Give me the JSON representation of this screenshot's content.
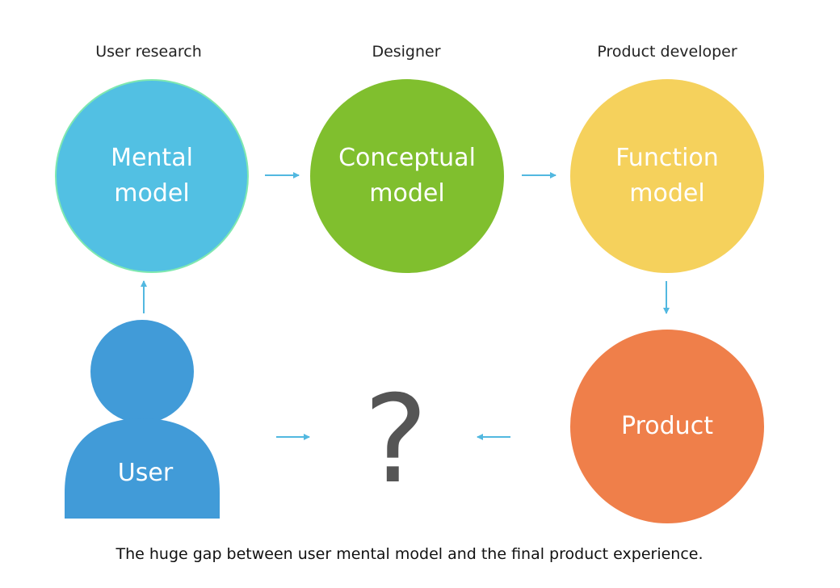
{
  "roles": {
    "user_research": "User research",
    "designer": "Designer",
    "product_developer": "Product developer"
  },
  "nodes": {
    "mental_model": "Mental\nmodel",
    "conceptual_model": "Conceptual\nmodel",
    "function_model": "Function\nmodel",
    "product": "Product",
    "user": "User",
    "unknown": "?"
  },
  "caption": "The huge gap between user mental model and the final product experience.",
  "colors": {
    "mental": "#52C0E3",
    "mental_border": "#7FE8B0",
    "conceptual": "#80BF2E",
    "function": "#F5D15C",
    "product": "#EF7F4A",
    "user": "#419BD8",
    "arrow": "#52B8E0",
    "question": "#555555"
  },
  "icons": {
    "arrow": "arrow-icon",
    "user_figure": "person-icon"
  }
}
